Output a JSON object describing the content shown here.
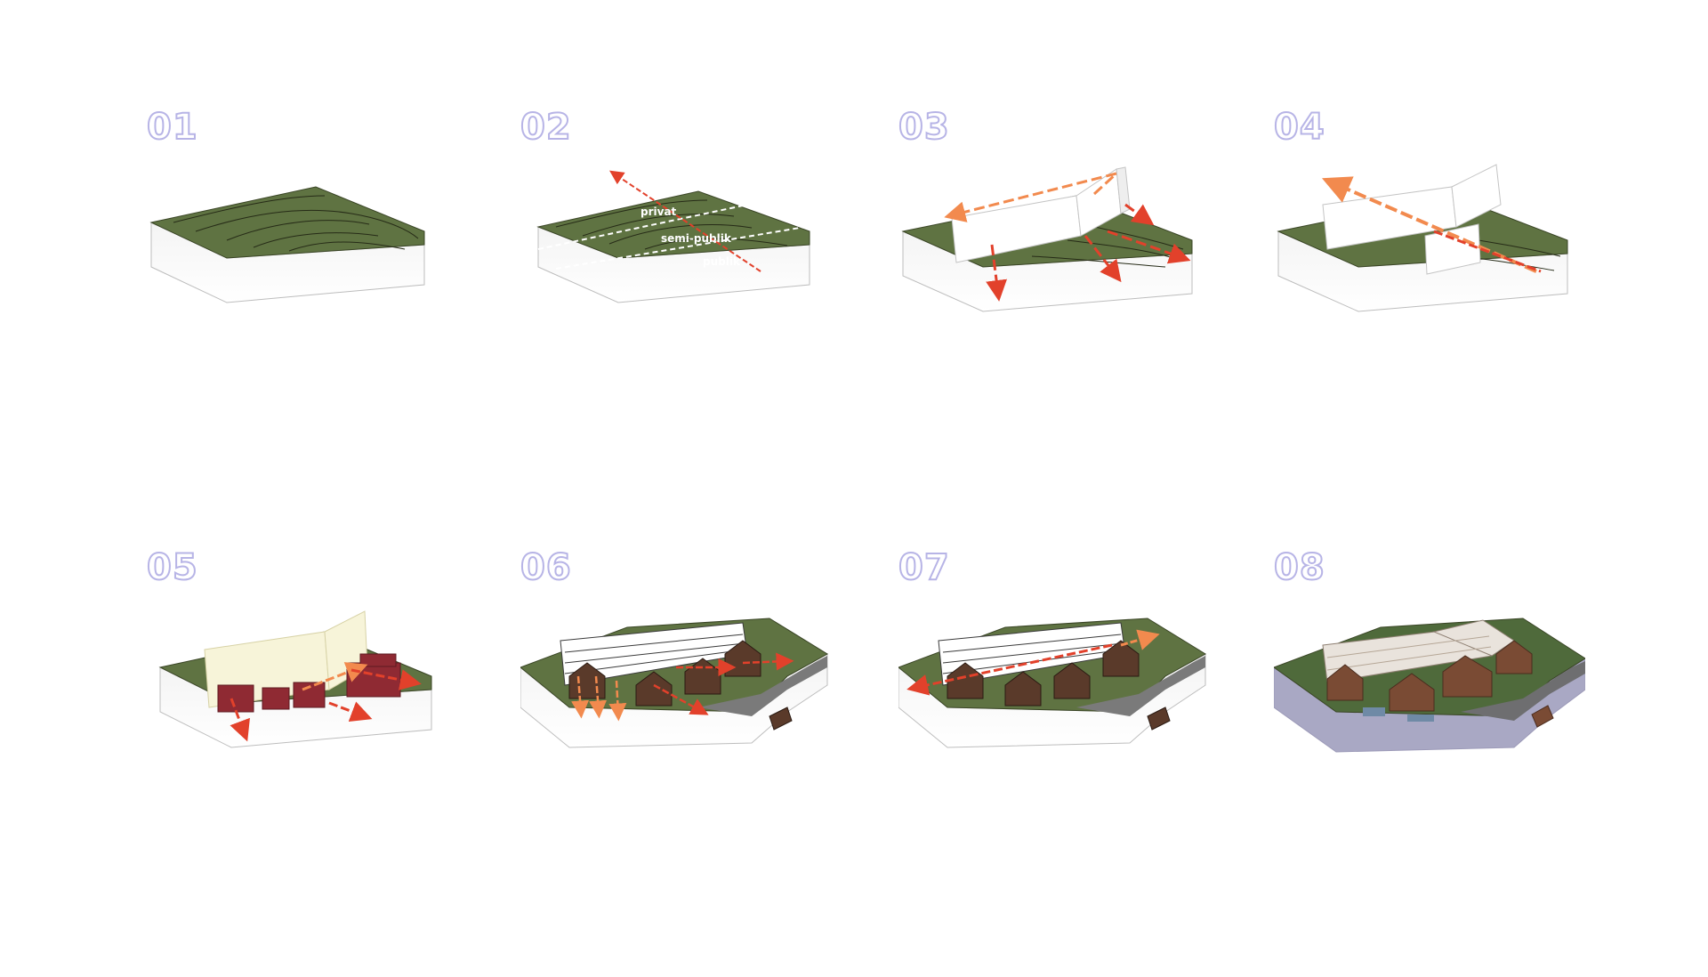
{
  "steps": [
    {
      "number": "01"
    },
    {
      "number": "02",
      "labels": [
        "privat",
        "semi-publik",
        "publik"
      ]
    },
    {
      "number": "03"
    },
    {
      "number": "04"
    },
    {
      "number": "05"
    },
    {
      "number": "06"
    },
    {
      "number": "07"
    },
    {
      "number": "08"
    }
  ],
  "colors": {
    "terrain": "#5f7342",
    "contour": "#2a2e1a",
    "base_side": "#ffffff",
    "base_stroke": "#bdbdbd",
    "arrow_orange": "#f28a4e",
    "arrow_red": "#e2412b",
    "step_number": "#b7b4e6",
    "massing_red": "#8f2a33",
    "massing_cream": "#f7f4d9"
  }
}
